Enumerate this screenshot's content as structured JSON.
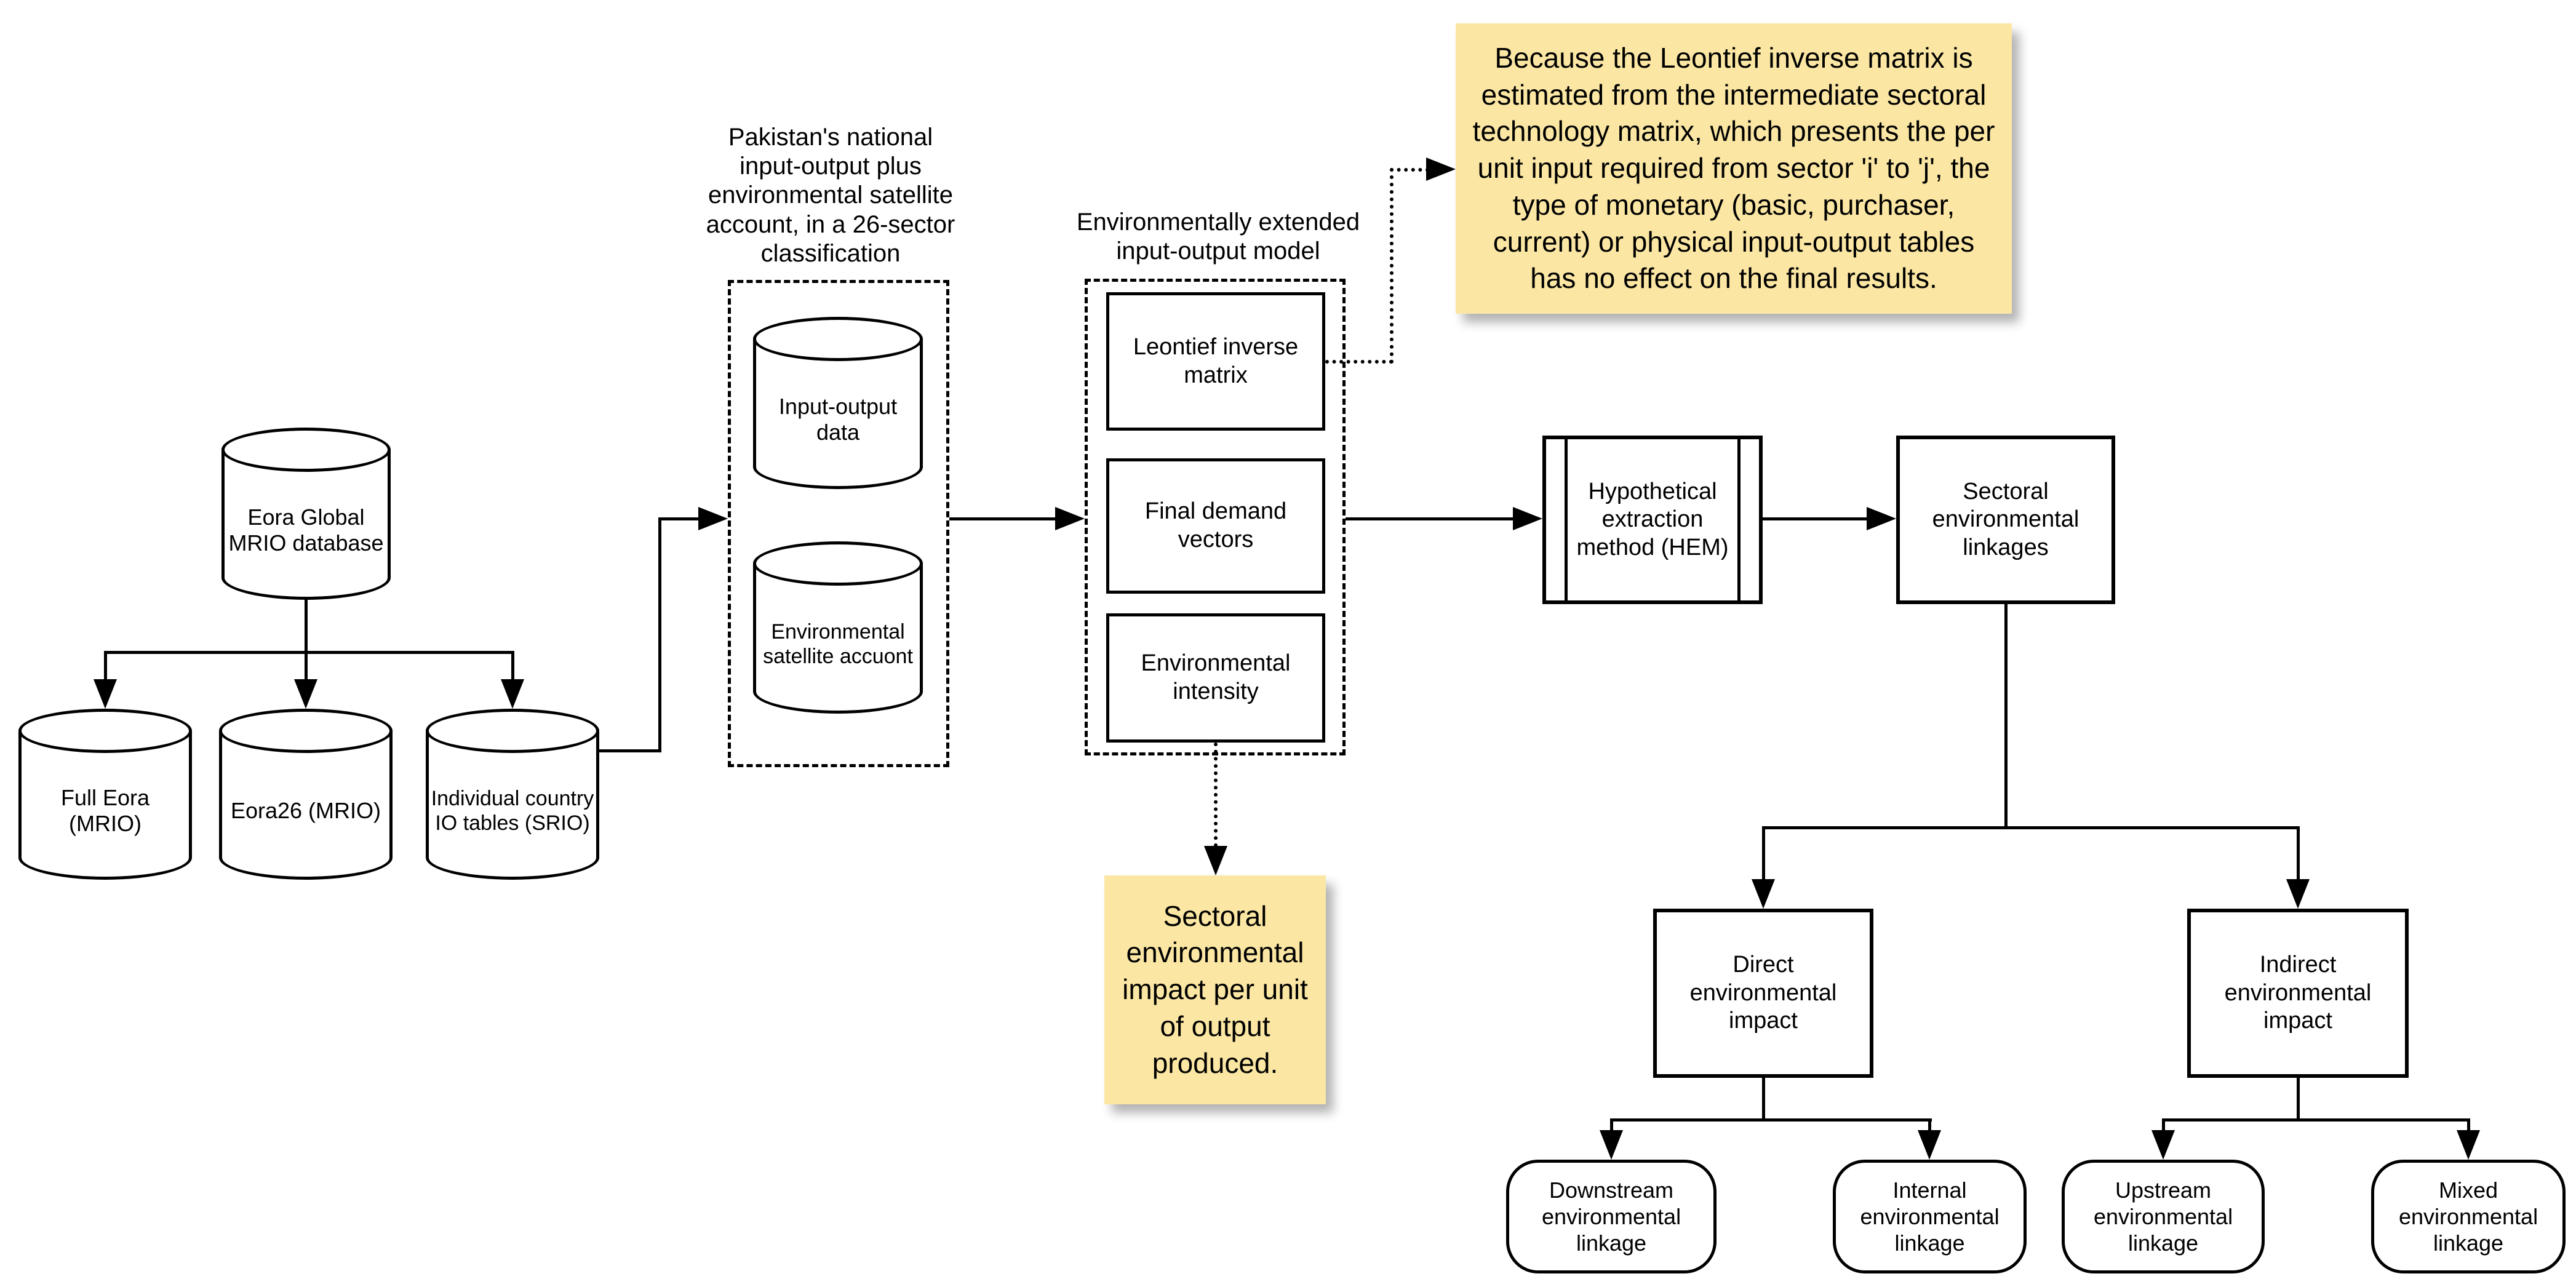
{
  "diagram": {
    "labels": {
      "pakistan_group": "Pakistan's national input-output plus environmental satellite account, in a 26-sector classification",
      "eeio_group": "Environmentally extended input-output model"
    },
    "cylinders": {
      "eora_global": "Eora Global MRIO database",
      "full_eora": "Full Eora (MRIO)",
      "eora26": "Eora26 (MRIO)",
      "srio": "Individual country IO tables (SRIO)",
      "io_data": "Input-output data",
      "env_satellite": "Environmental satellite accuont"
    },
    "boxes": {
      "leontief": "Leontief inverse matrix",
      "final_demand": "Final demand vectors",
      "env_intensity": "Environmental intensity",
      "hem": "Hypothetical extraction method (HEM)",
      "sectoral_linkages": "Sectoral environmental linkages",
      "direct_impact": "Direct environmental impact",
      "indirect_impact": "Indirect environmental impact"
    },
    "terminals": {
      "downstream": "Downstream environmental linkage",
      "internal": "Internal environmental linkage",
      "upstream": "Upstream environmental linkage",
      "mixed": "Mixed environmental linkage"
    },
    "notes": {
      "leontief_note": "Because the Leontief inverse matrix is estimated from the intermediate sectoral technology matrix, which presents the per unit input required from sector 'i' to 'j', the type of monetary (basic, purchaser, current) or physical input-output tables has no effect on the final results.",
      "impact_note": "Sectoral environmental impact per unit of output produced."
    },
    "colors": {
      "note_bg": "#FBE7A3",
      "line": "#000000",
      "background": "#FFFFFF"
    }
  }
}
